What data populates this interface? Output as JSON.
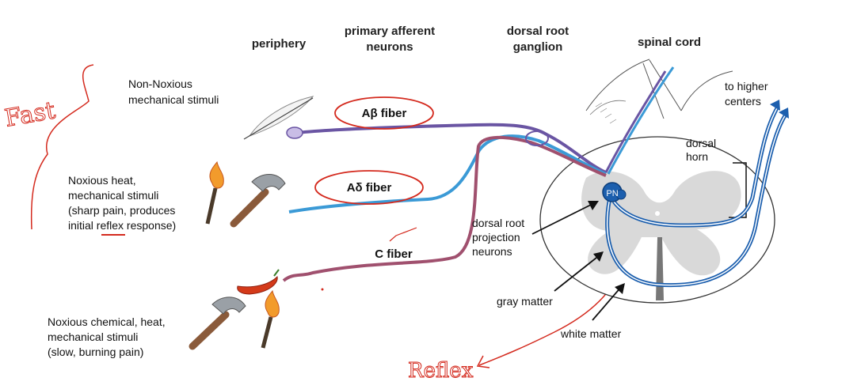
{
  "headers": {
    "periphery": "periphery",
    "primary_afferent": [
      "primary afferent",
      "neurons"
    ],
    "dorsal_root_ganglion": [
      "dorsal root",
      "ganglion"
    ],
    "spinal_cord": "spinal cord"
  },
  "stimuli": {
    "non_noxious": [
      "Non-Noxious",
      "mechanical stimuli"
    ],
    "noxious_heat": [
      "Noxious heat,",
      "mechanical stimuli",
      "(sharp pain, produces",
      "initial reflex response)"
    ],
    "noxious_chemical": [
      "Noxious chemical, heat,",
      "mechanical stimuli",
      "(slow, burning pain)"
    ]
  },
  "fibers": {
    "abeta": "Aβ fiber",
    "adelta": "Aδ fiber",
    "c": "C fiber"
  },
  "cord_labels": {
    "to_higher": [
      "to higher",
      "centers"
    ],
    "dorsal_horn": [
      "dorsal",
      "horn"
    ],
    "pn": "PN",
    "projection": [
      "dorsal root",
      "projection",
      "neurons"
    ],
    "gray_matter": "gray matter",
    "white_matter": "white matter"
  },
  "annotations": {
    "fast": "Fast",
    "reflex": "Reflex"
  },
  "colors": {
    "abeta": "#6a55a3",
    "adelta": "#3b9ad6",
    "c_fiber": "#a0506e",
    "ink_red": "#d42a1e",
    "gray_matter": "#d9d9d9",
    "tract_blue": "#1c5fae"
  }
}
